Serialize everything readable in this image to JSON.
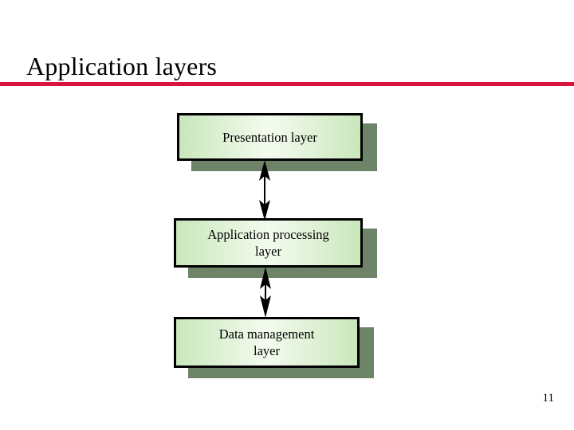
{
  "slide": {
    "title": "Application layers",
    "page_number": "11",
    "accent_color": "#d8143c",
    "box_fill_light": "#f4fbef",
    "box_fill_edge": "#c9e7bb",
    "box_border_color": "#000000",
    "shadow_color": "#6e8468"
  },
  "diagram": {
    "type": "layered-architecture",
    "orientation": "vertical",
    "layers": [
      {
        "id": "presentation",
        "label": "Presentation layer",
        "order": 1
      },
      {
        "id": "application-processing",
        "label": "Application processing\nlayer",
        "order": 2
      },
      {
        "id": "data-management",
        "label": "Data management\nlayer",
        "order": 3
      }
    ],
    "connectors": [
      {
        "id": "presentation-to-application",
        "from": "presentation",
        "to": "application-processing",
        "style": "double-headed-arrow"
      },
      {
        "id": "application-to-data",
        "from": "application-processing",
        "to": "data-management",
        "style": "double-headed-arrow"
      }
    ]
  }
}
